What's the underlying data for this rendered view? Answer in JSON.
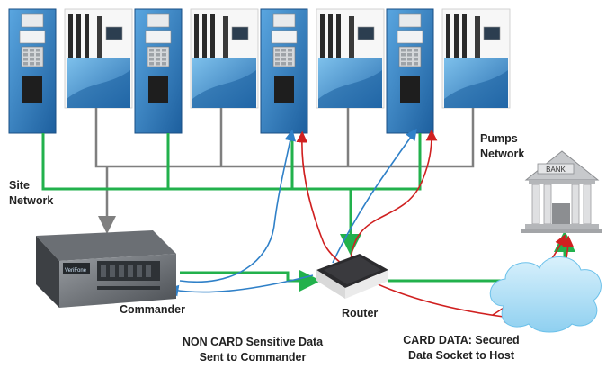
{
  "labels": {
    "site_network_line1": "Site",
    "site_network_line2": "Network",
    "pumps_network_line1": "Pumps",
    "pumps_network_line2": "Network",
    "commander": "Commander",
    "router": "Router",
    "non_card_line1": "NON CARD Sensitive Data",
    "non_card_line2": "Sent to Commander",
    "card_data_line1": "CARD DATA: Secured",
    "card_data_line2": "Data Socket to Host"
  },
  "bank_sign": "BANK",
  "device_brand": "VeriFone",
  "colors": {
    "site_network": "#22b14c",
    "pumps_network": "#7f7f7f",
    "non_card_data": "#2f80c8",
    "card_data": "#d02020",
    "pump_panel": "#3a86c8",
    "cloud": "#a8dcf4"
  }
}
